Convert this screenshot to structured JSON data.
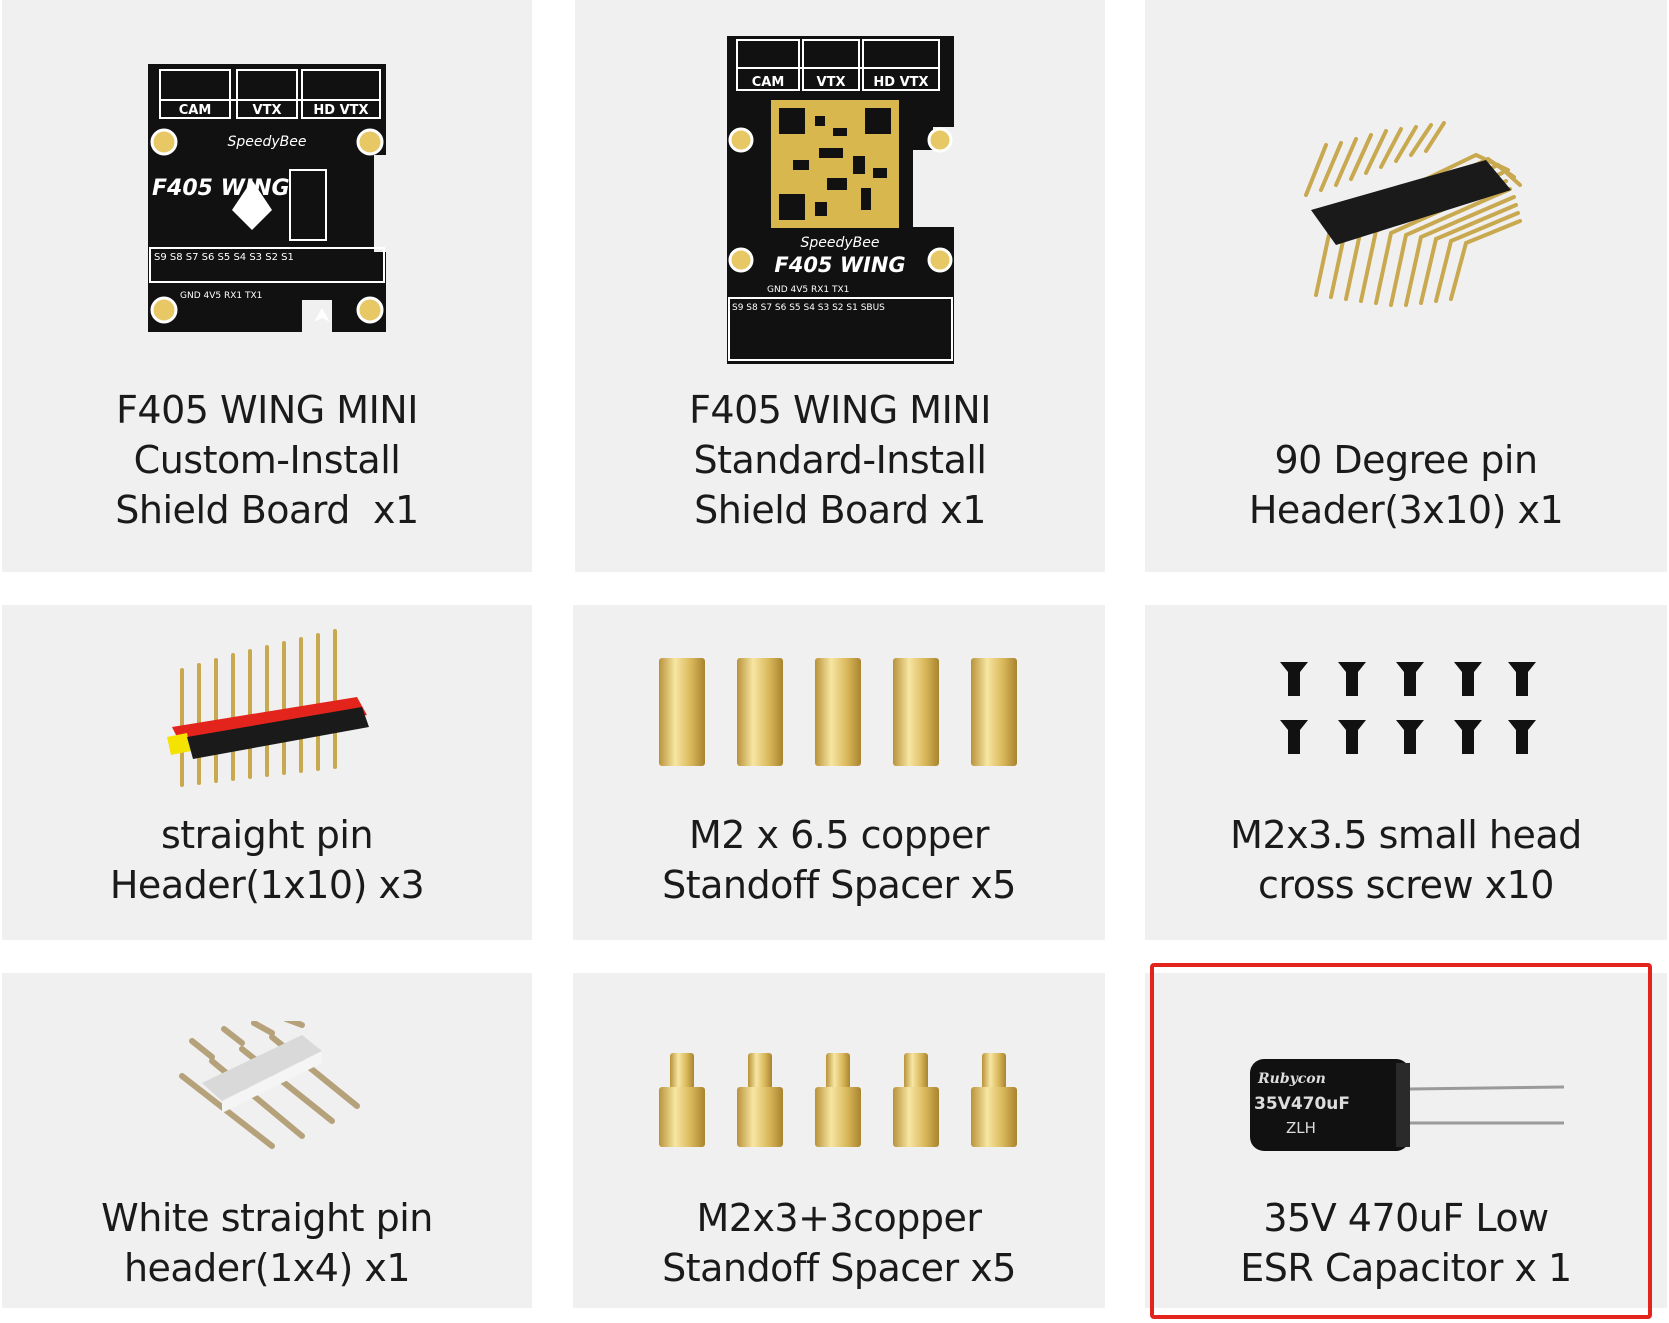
{
  "items": [
    {
      "lines": [
        "F405 WING MINI",
        "Custom-Install",
        "Shield Board  x1"
      ],
      "board_text": {
        "logo": "SpeedyBee",
        "model": "F405 WING",
        "ports": [
          "CAM",
          "VTX",
          "HD VTX"
        ],
        "pads": "S9 S8 S7 S6 S5 S4 S3 S2 S1",
        "bottom": "GND 4V5 RX1 TX1"
      }
    },
    {
      "lines": [
        "F405 WING MINI",
        "Standard-Install",
        "Shield Board x1"
      ],
      "board_text": {
        "logo": "SpeedyBee",
        "model": "F405 WING",
        "ports": [
          "CAM",
          "VTX",
          "HD VTX"
        ],
        "pads": "S9 S8 S7 S6 S5 S4 S3 S2 S1 SBUS",
        "bottom": "GND 4V5 RX1 TX1"
      }
    },
    {
      "lines": [
        "90 Degree pin",
        "Header(3x10) x1"
      ]
    },
    {
      "lines": [
        "straight pin",
        "Header(1x10) x3"
      ]
    },
    {
      "lines": [
        "M2 x 6.5 copper",
        "Standoff Spacer x5"
      ]
    },
    {
      "lines": [
        "M2x3.5 small head",
        "cross screw x10"
      ]
    },
    {
      "lines": [
        "White straight pin",
        "header(1x4) x1"
      ]
    },
    {
      "lines": [
        "M2x3+3copper",
        "Standoff Spacer x5"
      ]
    },
    {
      "lines": [
        "35V 470uF Low",
        "ESR Capacitor x 1"
      ],
      "capacitor_text": {
        "brand": "Rubycon",
        "rating": "35V470uF",
        "series": "ZLH"
      }
    }
  ],
  "highlight_color": "#e3241d"
}
